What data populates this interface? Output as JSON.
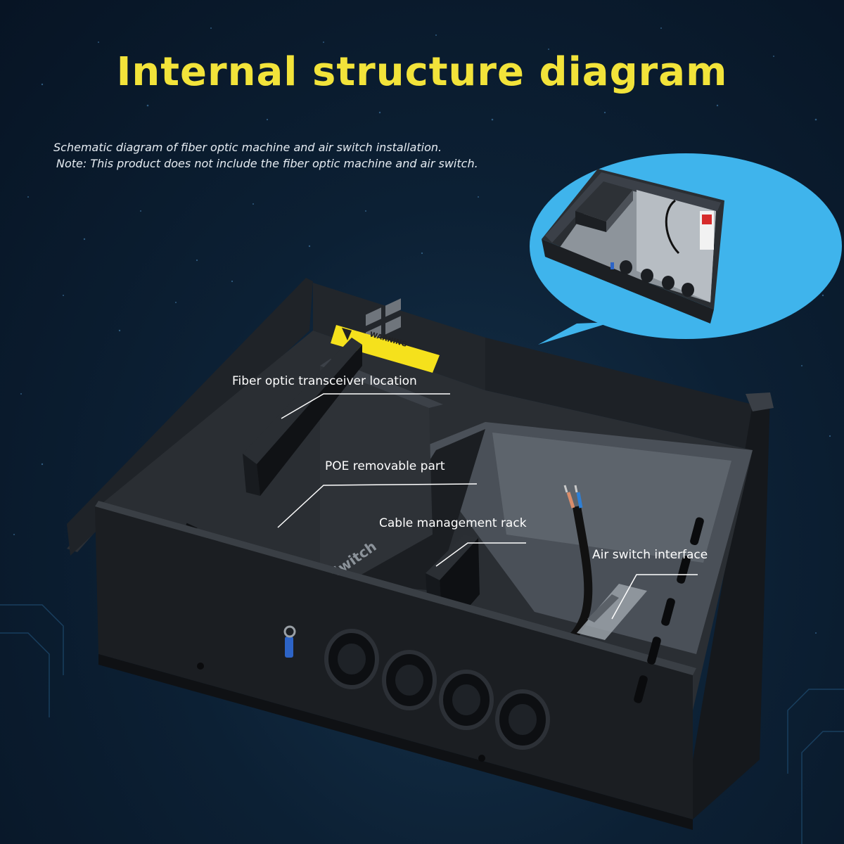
{
  "title": "Internal structure diagram",
  "subtitle_lines": [
    "Schematic diagram of fiber optic machine and air switch installation.",
    "Note: This product does not include the fiber optic machine and air switch."
  ],
  "warning_label": "WARNING",
  "switch_label": "E Switch",
  "callouts": [
    {
      "label": "Fiber optic transceiver location"
    },
    {
      "label": "POE removable part"
    },
    {
      "label": "Cable management rack"
    },
    {
      "label": "Air switch interface"
    }
  ],
  "colors": {
    "background": "#0c2034",
    "title": "#f2e33a",
    "bubble": "#3fb4ec",
    "warning": "#f5e11c"
  }
}
